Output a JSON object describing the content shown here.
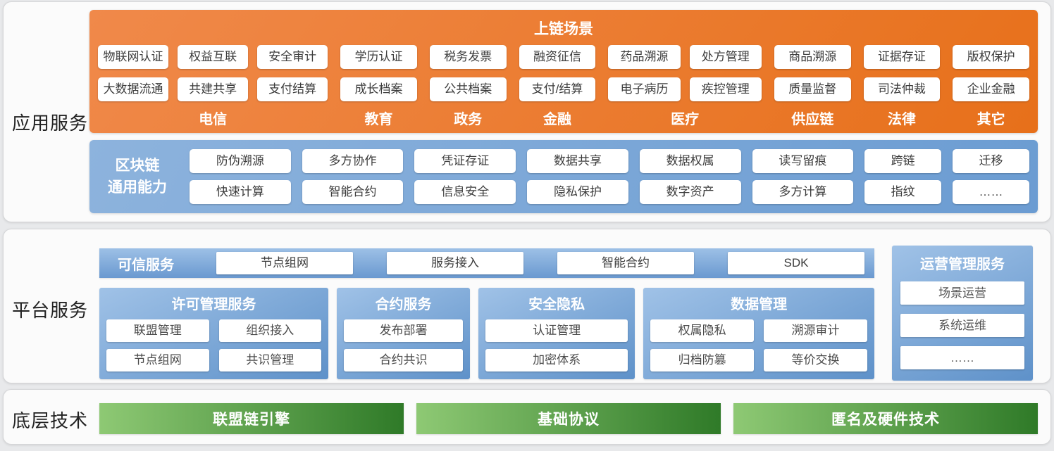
{
  "colors": {
    "orange_from": "#f0894a",
    "orange_to": "#e7701a",
    "blue_from": "#8db3dd",
    "blue_to": "#6b9cd2",
    "panel_from": "#9dc0e6",
    "panel_to": "#6a99d0",
    "box_from": "#a0c2e7",
    "box_to": "#5e91c9",
    "green_from": "#8ec974",
    "green_to": "#2f7a28"
  },
  "app": {
    "label": "应用服务",
    "scenarios": {
      "title": "上链场景",
      "groups": [
        {
          "category": "电信",
          "cols": [
            [
              "物联网认证",
              "大数据流通"
            ],
            [
              "权益互联",
              "共建共享"
            ],
            [
              "安全审计",
              "支付结算"
            ]
          ]
        },
        {
          "category": "教育",
          "cols": [
            [
              "学历认证",
              "成长档案"
            ]
          ]
        },
        {
          "category": "政务",
          "cols": [
            [
              "税务发票",
              "公共档案"
            ]
          ]
        },
        {
          "category": "金融",
          "cols": [
            [
              "融资征信",
              "支付/结算"
            ]
          ]
        },
        {
          "category": "医疗",
          "cols": [
            [
              "药品溯源",
              "电子病历"
            ],
            [
              "处方管理",
              "疾控管理"
            ]
          ]
        },
        {
          "category": "供应链",
          "cols": [
            [
              "商品溯源",
              "质量监督"
            ]
          ]
        },
        {
          "category": "法律",
          "cols": [
            [
              "证据存证",
              "司法仲裁"
            ]
          ]
        },
        {
          "category": "其它",
          "cols": [
            [
              "版权保护",
              "企业金融"
            ]
          ]
        }
      ]
    },
    "capabilities": {
      "label_lines": [
        "区块链",
        "通用能力"
      ],
      "rows": [
        [
          "防伪溯源",
          "多方协作",
          "凭证存证",
          "数据共享",
          "数据权属",
          "读写留痕",
          "跨链",
          "迁移"
        ],
        [
          "快速计算",
          "智能合约",
          "信息安全",
          "隐私保护",
          "数字资产",
          "多方计算",
          "指纹",
          "……"
        ]
      ]
    }
  },
  "platform": {
    "label": "平台服务",
    "trusted": {
      "title": "可信服务",
      "items": [
        "节点组网",
        "服务接入",
        "智能合约",
        "SDK"
      ]
    },
    "groups": [
      {
        "title": "许可管理服务",
        "columns": 2,
        "items": [
          "联盟管理",
          "组织接入",
          "节点组网",
          "共识管理"
        ]
      },
      {
        "title": "合约服务",
        "columns": 1,
        "items": [
          "发布部署",
          "合约共识"
        ]
      },
      {
        "title": "安全隐私",
        "columns": 1,
        "items": [
          "认证管理",
          "加密体系"
        ]
      },
      {
        "title": "数据管理",
        "columns": 2,
        "items": [
          "权属隐私",
          "溯源审计",
          "归档防篡",
          "等价交换"
        ]
      }
    ],
    "ops": {
      "title": "运营管理服务",
      "items": [
        "场景运营",
        "系统运维",
        "……"
      ]
    }
  },
  "tech": {
    "label": "底层技术",
    "bars": [
      "联盟链引擎",
      "基础协议",
      "匿名及硬件技术"
    ]
  }
}
